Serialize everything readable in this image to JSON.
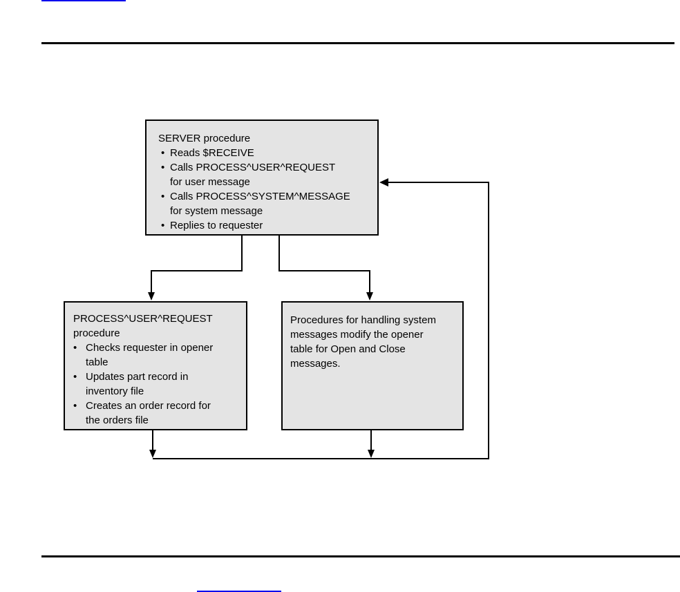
{
  "colors": {
    "page_background": "#ffffff",
    "box_fill": "#e4e4e4",
    "line": "#000000",
    "link_underline": "#0000ee"
  },
  "diagram": {
    "server_box": {
      "title": "SERVER procedure",
      "bullet_char": "•",
      "items": [
        "Reads $RECEIVE",
        "Calls PROCESS^USER^REQUEST\nfor user message",
        "Calls PROCESS^SYSTEM^MESSAGE\nfor system message",
        "Replies to requester"
      ]
    },
    "user_request_box": {
      "title": "PROCESS^USER^REQUEST\nprocedure",
      "bullet_char": "•",
      "items": [
        "Checks requester in opener\ntable",
        "Updates part record in\ninventory file",
        "Creates an order record for\nthe orders file"
      ]
    },
    "system_message_box": {
      "text": "Procedures for handling system\nmessages modify the opener\ntable for Open and Close\nmessages."
    }
  }
}
